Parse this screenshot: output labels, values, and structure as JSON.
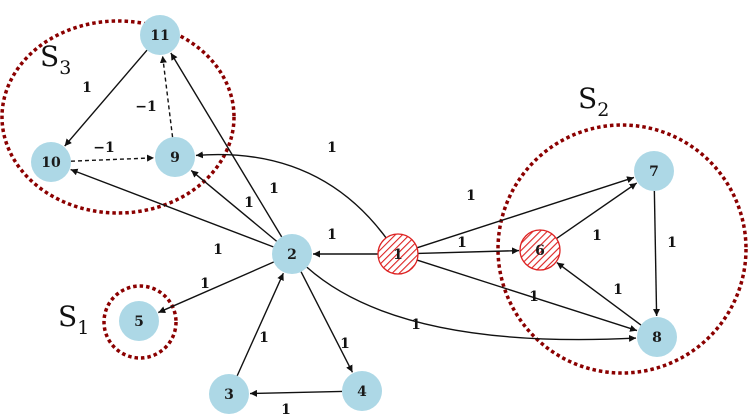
{
  "colors": {
    "node_fill": "#add8e6",
    "hatched_stroke": "#dd2222",
    "set_ring": "#8b0000",
    "edge": "#111111"
  },
  "nodes": [
    {
      "id": "1",
      "label": "1",
      "style": "hatched"
    },
    {
      "id": "2",
      "label": "2",
      "style": "solid"
    },
    {
      "id": "3",
      "label": "3",
      "style": "solid"
    },
    {
      "id": "4",
      "label": "4",
      "style": "solid"
    },
    {
      "id": "5",
      "label": "5",
      "style": "solid"
    },
    {
      "id": "6",
      "label": "6",
      "style": "hatched"
    },
    {
      "id": "7",
      "label": "7",
      "style": "solid"
    },
    {
      "id": "8",
      "label": "8",
      "style": "solid"
    },
    {
      "id": "9",
      "label": "9",
      "style": "solid"
    },
    {
      "id": "10",
      "label": "10",
      "style": "solid"
    },
    {
      "id": "11",
      "label": "11",
      "style": "solid"
    }
  ],
  "edges": [
    {
      "from": "1",
      "to": "2",
      "weight": "1",
      "dashed": false
    },
    {
      "from": "1",
      "to": "6",
      "weight": "1",
      "dashed": false
    },
    {
      "from": "1",
      "to": "7",
      "weight": "1",
      "dashed": false
    },
    {
      "from": "1",
      "to": "8",
      "weight": "1",
      "dashed": false
    },
    {
      "from": "1",
      "to": "9",
      "weight": "1",
      "dashed": false
    },
    {
      "from": "2",
      "to": "5",
      "weight": "1",
      "dashed": false
    },
    {
      "from": "2",
      "to": "10",
      "weight": "1",
      "dashed": false
    },
    {
      "from": "2",
      "to": "9",
      "weight": "1",
      "dashed": false
    },
    {
      "from": "2",
      "to": "11",
      "weight": "1",
      "dashed": false
    },
    {
      "from": "2",
      "to": "4",
      "weight": "1",
      "dashed": false
    },
    {
      "from": "2",
      "to": "8",
      "weight": "1",
      "dashed": false
    },
    {
      "from": "3",
      "to": "2",
      "weight": "1",
      "dashed": false
    },
    {
      "from": "4",
      "to": "3",
      "weight": "1",
      "dashed": false
    },
    {
      "from": "6",
      "to": "7",
      "weight": "1",
      "dashed": false
    },
    {
      "from": "7",
      "to": "8",
      "weight": "1",
      "dashed": false
    },
    {
      "from": "8",
      "to": "6",
      "weight": "1",
      "dashed": false
    },
    {
      "from": "11",
      "to": "10",
      "weight": "1",
      "dashed": false
    },
    {
      "from": "10",
      "to": "9",
      "weight": "−1",
      "dashed": true
    },
    {
      "from": "9",
      "to": "11",
      "weight": "−1",
      "dashed": true
    }
  ],
  "sets": [
    {
      "id": "S1",
      "letter": "S",
      "sub": "1"
    },
    {
      "id": "S2",
      "letter": "S",
      "sub": "2"
    },
    {
      "id": "S3",
      "letter": "S",
      "sub": "3"
    }
  ]
}
